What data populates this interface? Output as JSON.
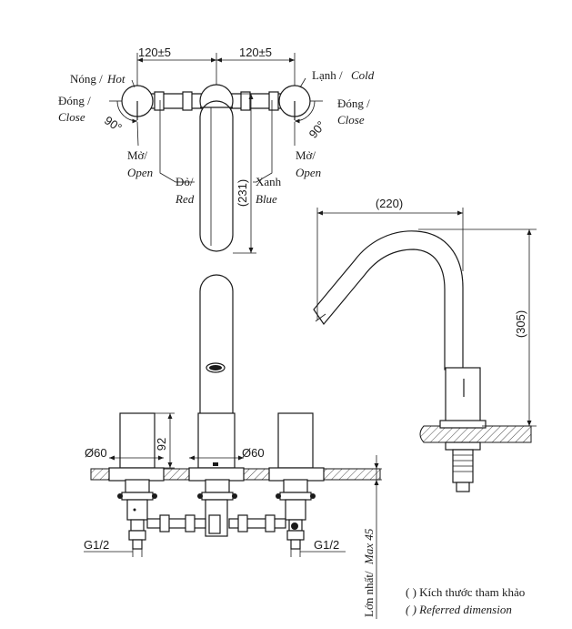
{
  "ann": {
    "dim_left": "120±5",
    "dim_right": "120±5",
    "hot_vi": "Nóng /",
    "hot_en": "Hot",
    "cold_vi": "Lạnh /",
    "cold_en": "Cold",
    "close_vi_l": "Đóng /",
    "close_en_l": "Close",
    "close_vi_r": "Đóng /",
    "close_en_r": "Close",
    "angle_l": "90°",
    "angle_r": "90°",
    "open_vi_l": "Mở/",
    "open_en_l": "Open",
    "open_vi_r": "Mở/",
    "open_en_r": "Open",
    "red_vi": "Đỏ/",
    "red_en": "Red",
    "blue_vi": "Xanh",
    "blue_en": "Blue",
    "dim_231": "(231)",
    "dim_220": "(220)",
    "dim_305": "(305)",
    "dim_92": "92",
    "dia_l": "Ø60",
    "dia_r": "Ø60",
    "g_l": "G1/2",
    "g_r": "G1/2",
    "max_vi": "Lớn nhất/",
    "max_en": "Max 45",
    "note_vi": "( ) Kích thước tham khảo",
    "note_en": "( ) Referred dimension"
  }
}
